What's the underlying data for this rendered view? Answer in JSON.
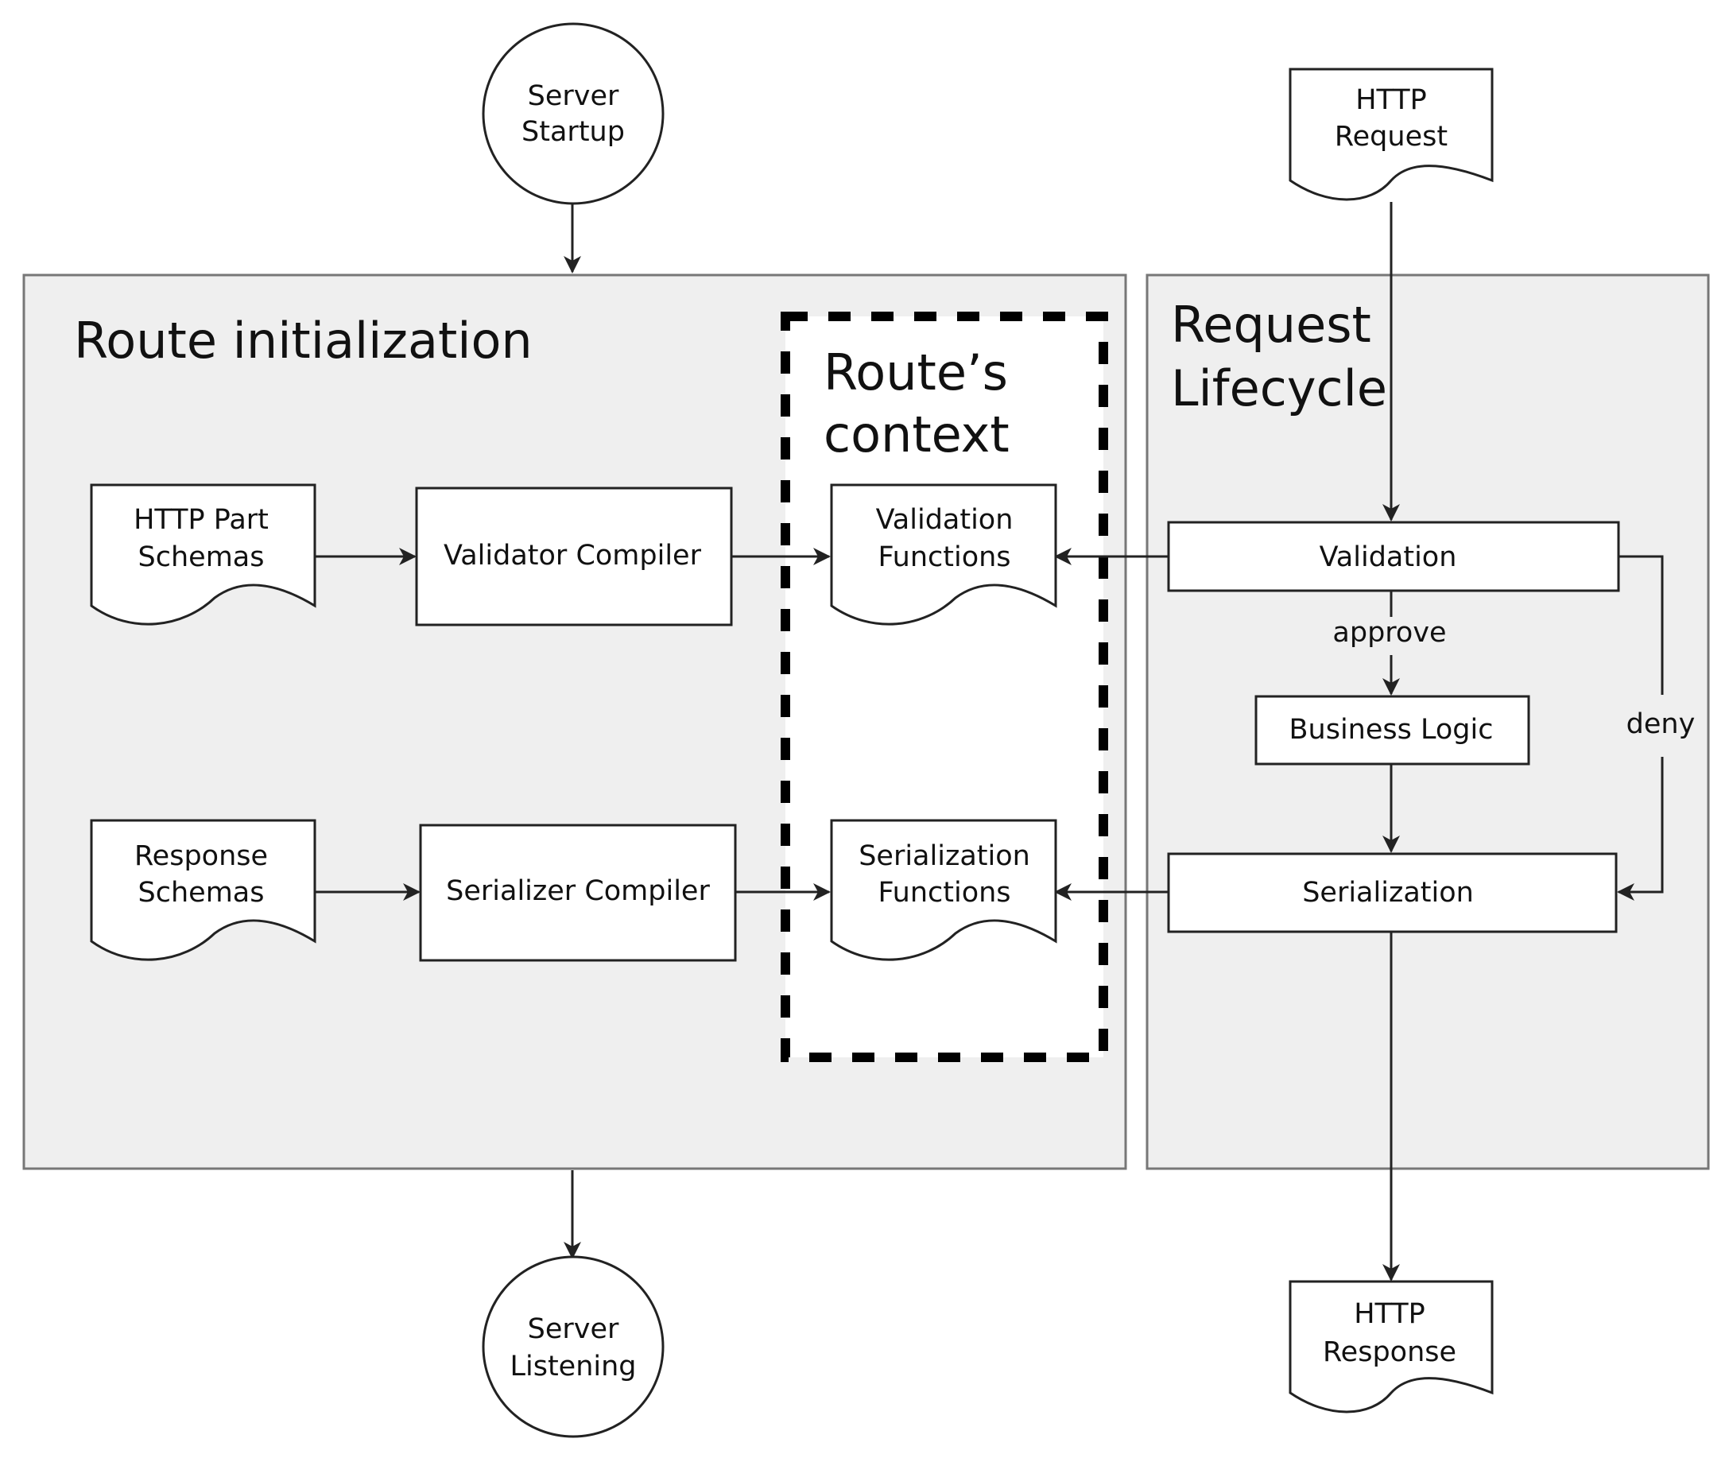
{
  "panels": {
    "route_initialization": {
      "title": "Route initialization"
    },
    "request_lifecycle": {
      "title_lines": [
        "Request",
        "Lifecycle"
      ]
    },
    "routes_context": {
      "title_lines": [
        "Route’s",
        "context"
      ]
    }
  },
  "nodes": {
    "server_startup": {
      "lines": [
        "Server",
        "Startup"
      ],
      "shape": "circle"
    },
    "server_listening": {
      "lines": [
        "Server",
        "Listening"
      ],
      "shape": "circle"
    },
    "http_request": {
      "lines": [
        "HTTP",
        "Request"
      ],
      "shape": "document"
    },
    "http_response": {
      "lines": [
        "HTTP",
        "Response"
      ],
      "shape": "document"
    },
    "http_part_schemas": {
      "lines": [
        "HTTP Part",
        "Schemas"
      ],
      "shape": "document"
    },
    "response_schemas": {
      "lines": [
        "Response",
        "Schemas"
      ],
      "shape": "document"
    },
    "validator_compiler": {
      "label": "Validator Compiler",
      "shape": "process"
    },
    "serializer_compiler": {
      "label": "Serializer Compiler",
      "shape": "process"
    },
    "validation_functions": {
      "lines": [
        "Validation",
        "Functions"
      ],
      "shape": "document"
    },
    "serialization_functions": {
      "lines": [
        "Serialization",
        "Functions"
      ],
      "shape": "document"
    },
    "validation": {
      "label": "Validation",
      "shape": "process"
    },
    "business_logic": {
      "label": "Business Logic",
      "shape": "process"
    },
    "serialization": {
      "label": "Serialization",
      "shape": "process"
    }
  },
  "edges": [
    {
      "from": "server_startup",
      "to": "route_initialization",
      "label": ""
    },
    {
      "from": "route_initialization",
      "to": "server_listening",
      "label": ""
    },
    {
      "from": "http_part_schemas",
      "to": "validator_compiler",
      "label": ""
    },
    {
      "from": "validator_compiler",
      "to": "validation_functions",
      "label": ""
    },
    {
      "from": "response_schemas",
      "to": "serializer_compiler",
      "label": ""
    },
    {
      "from": "serializer_compiler",
      "to": "serialization_functions",
      "label": ""
    },
    {
      "from": "http_request",
      "to": "validation",
      "label": ""
    },
    {
      "from": "validation",
      "to": "validation_functions",
      "label": ""
    },
    {
      "from": "validation",
      "to": "business_logic",
      "label": "approve"
    },
    {
      "from": "validation",
      "to": "serialization",
      "label": "deny"
    },
    {
      "from": "business_logic",
      "to": "serialization",
      "label": ""
    },
    {
      "from": "serialization",
      "to": "serialization_functions",
      "label": ""
    },
    {
      "from": "serialization",
      "to": "http_response",
      "label": ""
    }
  ],
  "colors": {
    "panel_fill": "#efefef",
    "panel_stroke": "#777777",
    "node_stroke": "#222222",
    "node_fill": "#ffffff",
    "text": "#111111",
    "dash_stroke": "#000000"
  }
}
